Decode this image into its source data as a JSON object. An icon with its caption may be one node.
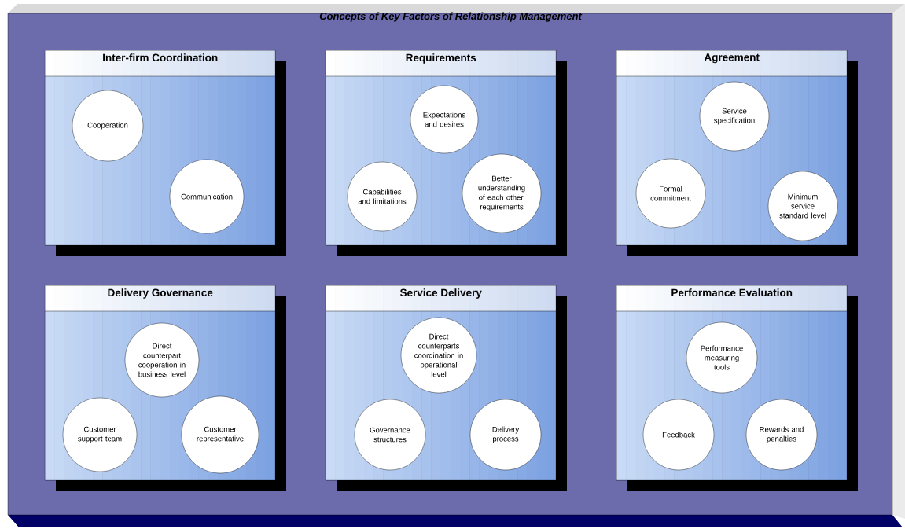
{
  "diagram": {
    "title": "Concepts of Key Factors of Relationship Management",
    "nodes": [
      {
        "text": [
          "Inter-firm Coordination"
        ]
      },
      {
        "text": [
          "Cooperation"
        ],
        "in": 0
      },
      {
        "text": [
          "Communication"
        ],
        "in": 0
      },
      {
        "text": [
          "Requirements"
        ]
      },
      {
        "text": [
          "Expectations and desires"
        ],
        "in": 3
      },
      {
        "text": [
          "Capabilities and limitations"
        ],
        "in": 3
      },
      {
        "text": [
          "Better understanding of each other' requirements"
        ],
        "in": 3
      },
      {
        "text": [
          "Agreement"
        ]
      },
      {
        "text": [
          "Service specification"
        ],
        "in": 7
      },
      {
        "text": [
          "Formal commitment"
        ],
        "in": 7
      },
      {
        "text": [
          "Minimum service standard level"
        ],
        "in": 7
      },
      {
        "text": [
          "Delivery Governance"
        ]
      },
      {
        "text": [
          "Direct counterpart cooperation in business level"
        ],
        "in": 11
      },
      {
        "text": [
          "Customer support team"
        ],
        "in": 11
      },
      {
        "text": [
          "Customer representative"
        ],
        "in": 11
      },
      {
        "text": [
          "Service Delivery"
        ]
      },
      {
        "text": [
          "Direct counterparts coordination in operational level"
        ],
        "in": 15
      },
      {
        "text": [
          "Governance structures"
        ],
        "in": 15
      },
      {
        "text": [
          "Delivery process"
        ],
        "in": 15
      },
      {
        "text": [
          "Performance Evaluation"
        ]
      },
      {
        "text": [
          "Performance measuring tools"
        ],
        "in": 19
      },
      {
        "text": [
          "Feedback"
        ],
        "in": 19
      },
      {
        "text": [
          "Rewards and penalties"
        ],
        "in": 19
      }
    ]
  }
}
